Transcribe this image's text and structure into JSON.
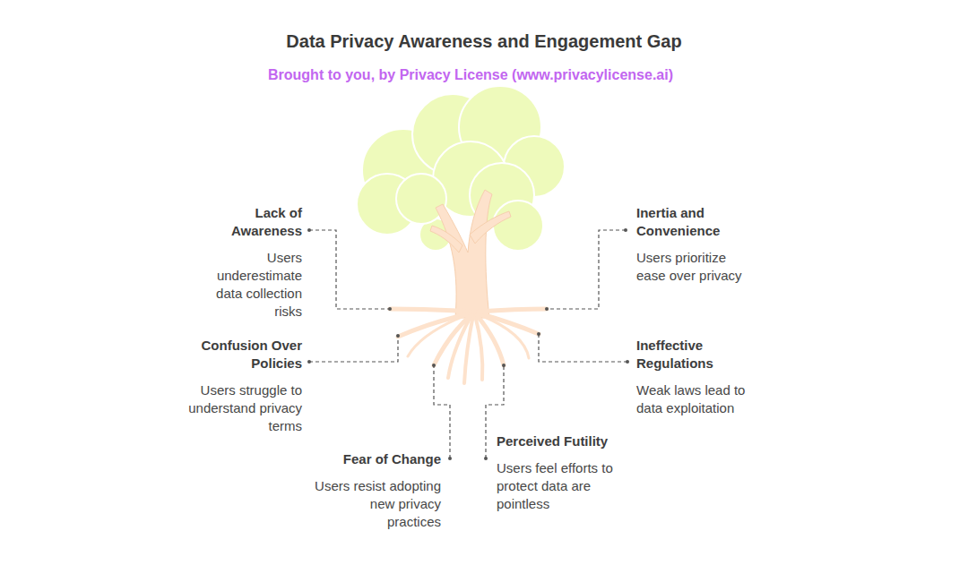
{
  "diagram": {
    "title": "Data Privacy Awareness and Engagement Gap",
    "nodes": [
      {
        "text": [
          "Lack of Awareness",
          "Users underestimate data collection risks"
        ]
      },
      {
        "text": [
          "Inertia and Convenience",
          "Users prioritize ease over privacy"
        ]
      },
      {
        "text": [
          "Confusion Over Policies",
          "Users struggle to understand privacy terms"
        ]
      },
      {
        "text": [
          "Ineffective Regulations",
          "Weak laws lead to data exploitation"
        ]
      },
      {
        "text": [
          "Fear of Change",
          "Users resist adopting new privacy practices"
        ]
      },
      {
        "text": [
          "Perceived Futility",
          "Users feel efforts to protect data are pointless"
        ]
      }
    ],
    "labels": [
      "Brought to you, by Privacy License (www.privacylicense.ai)"
    ]
  }
}
